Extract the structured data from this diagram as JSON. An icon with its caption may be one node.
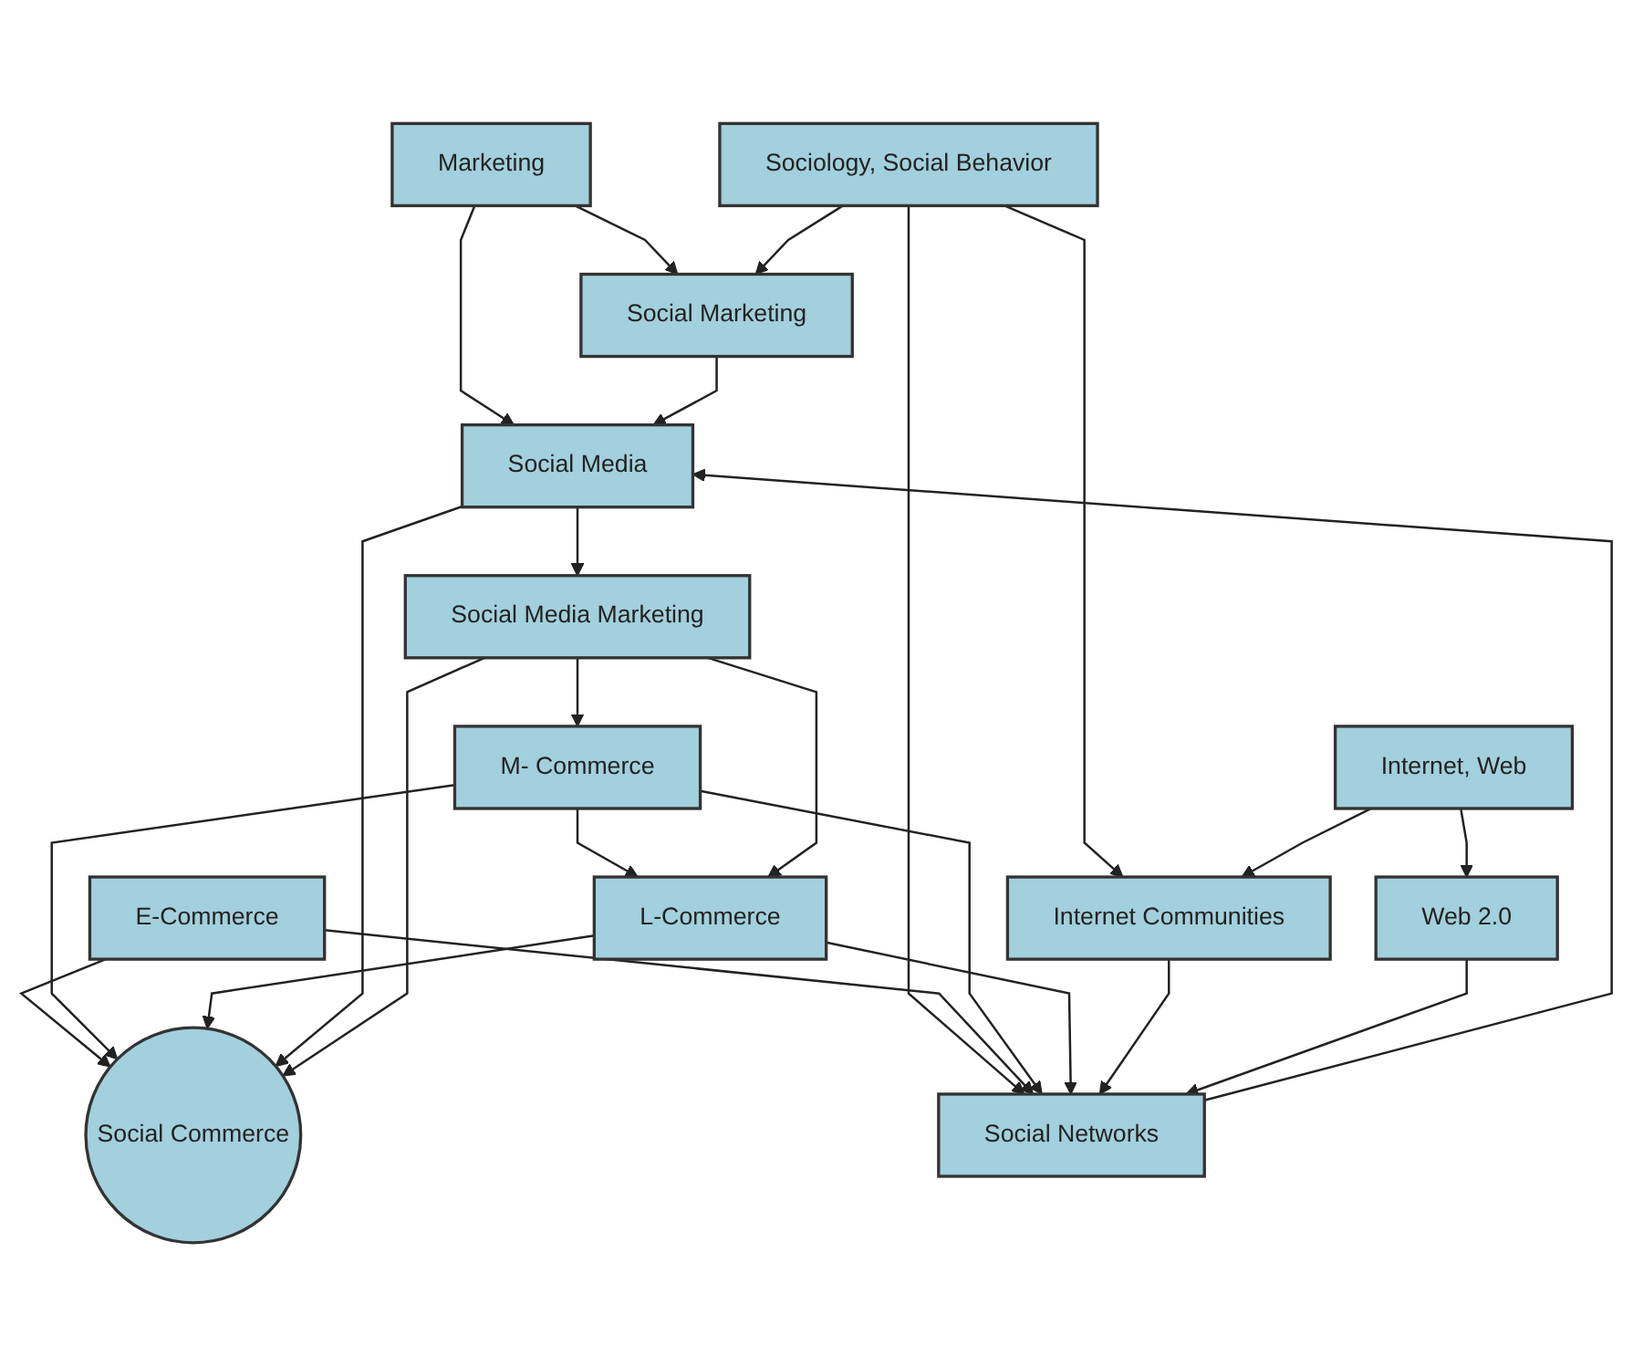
{
  "diagram": {
    "nodes": [
      {
        "text": [
          "Marketing"
        ]
      },
      {
        "text": [
          "Sociology, Social Behavior"
        ]
      },
      {
        "text": [
          "Internet, Web"
        ]
      },
      {
        "text": [
          "E-Commerce"
        ]
      },
      {
        "text": [
          "Social Marketing"
        ]
      },
      {
        "text": [
          "Internet Communities"
        ]
      },
      {
        "text": [
          "Web 2.0"
        ]
      },
      {
        "text": [
          "M- Commerce"
        ]
      },
      {
        "text": [
          "L-Commerce"
        ]
      },
      {
        "text": [
          "Social Networks"
        ]
      },
      {
        "text": [
          "Social Media"
        ]
      },
      {
        "text": [
          "Social Commerce"
        ]
      },
      {
        "text": [
          "Social Media Marketing"
        ]
      }
    ],
    "edges": [
      {
        "from": 0,
        "to": 4,
        "arrow": "to"
      },
      {
        "from": 0,
        "to": 10,
        "arrow": "to"
      },
      {
        "from": 1,
        "to": 4,
        "arrow": "to"
      },
      {
        "from": 1,
        "to": 5,
        "arrow": "to"
      },
      {
        "from": 1,
        "to": 9,
        "arrow": "to"
      },
      {
        "from": 2,
        "to": 5,
        "arrow": "to"
      },
      {
        "from": 2,
        "to": 6,
        "arrow": "to"
      },
      {
        "from": 3,
        "to": 9,
        "arrow": "to"
      },
      {
        "from": 3,
        "to": 11,
        "arrow": "to"
      },
      {
        "from": 7,
        "to": 9,
        "arrow": "to"
      },
      {
        "from": 7,
        "to": 11,
        "arrow": "to"
      },
      {
        "from": 7,
        "to": 8,
        "arrow": "to"
      },
      {
        "from": 8,
        "to": 9,
        "arrow": "to"
      },
      {
        "from": 8,
        "to": 11,
        "arrow": "to"
      },
      {
        "from": 4,
        "to": 10,
        "arrow": "to"
      },
      {
        "from": 5,
        "to": 9,
        "arrow": "to"
      },
      {
        "from": 6,
        "to": 9,
        "arrow": "to"
      },
      {
        "from": 9,
        "to": 10,
        "arrow": "to"
      },
      {
        "from": 10,
        "to": 11,
        "arrow": "to"
      },
      {
        "from": 10,
        "to": 12,
        "arrow": "to"
      },
      {
        "from": 12,
        "to": 11,
        "arrow": "to"
      },
      {
        "from": 12,
        "to": 7,
        "arrow": "to"
      },
      {
        "from": 12,
        "to": 8,
        "arrow": "to"
      }
    ]
  }
}
